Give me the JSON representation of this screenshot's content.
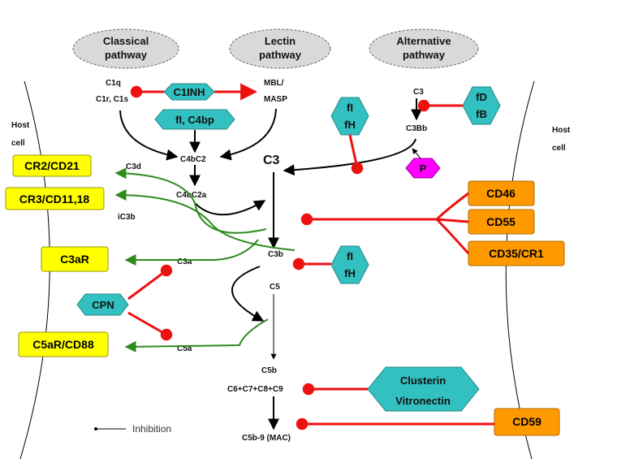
{
  "pathways": {
    "classical": [
      "Classical",
      "pathway"
    ],
    "lectin": [
      "Lectin",
      "pathway"
    ],
    "alternative": [
      "Alternative",
      "pathway"
    ]
  },
  "labels": {
    "host_cell_left": [
      "Host",
      "cell"
    ],
    "host_cell_right": [
      "Host",
      "cell"
    ],
    "c1q": "C1q",
    "c1r_c1s": "C1r, C1s",
    "mbl": "MBL/",
    "masp": "MASP",
    "c3_alt": "C3",
    "c3bb": "C3Bb",
    "c4bc2": "C4bC2",
    "c4bc2a": "C4bC2a",
    "c3_main": "C3",
    "c3d": "C3d",
    "ic3b": "iC3b",
    "c3b": "C3b",
    "c3a": "C3a",
    "c5": "C5",
    "c5a": "C5a",
    "c5b": "C5b",
    "c6_c9": "C6+C7+C8+C9",
    "mac": "C5b-9 (MAC)"
  },
  "regulators": {
    "c1inh": "C1INH",
    "fi_c4bp": "fI, C4bp",
    "fi_fh_top": [
      "fI",
      "fH"
    ],
    "fd_fb": [
      "fD",
      "fB"
    ],
    "properdin": "P",
    "fi_fh_mid": [
      "fI",
      "fH"
    ],
    "cpn": "CPN",
    "clusterin": [
      "Clusterin",
      "Vitronectin"
    ]
  },
  "receptors": {
    "cr2": "CR2/CD21",
    "cr3": "CR3/CD11,18",
    "c3ar": "C3aR",
    "c5ar": "C5aR/CD88"
  },
  "membrane_regulators": {
    "cd46": "CD46",
    "cd55": "CD55",
    "cd35": "CD35/CR1",
    "cd59": "CD59"
  },
  "legend": {
    "inhibition": "Inhibition"
  },
  "colors": {
    "pill": "#d9d9d9",
    "hex": "#33c0c0",
    "yellow": "#ffff00",
    "orange": "#ff9900",
    "magenta": "#ff00ff",
    "red": "#ee1111",
    "green": "#2e8b1e",
    "black": "#000000"
  }
}
